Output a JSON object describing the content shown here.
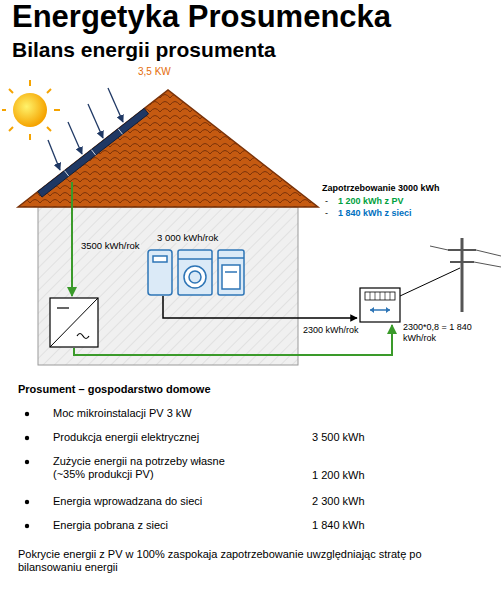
{
  "diagram": {
    "title": "Energetyka Prosumencka",
    "labels": [
      "Bilans energii prosumenta",
      "3,5 KW",
      "3500 kWh/rok",
      "3 000 kWh/rok",
      "Zapotrzebowanie 3000 kWh",
      "-",
      "1 200 kWh z PV",
      "-",
      "1 840 kWh z sieci",
      "2300 kWh/rok",
      "2300*0,8 = 1 840 kWh/rok",
      "Prosument – gospodarstwo domowe",
      "Moc mikroinstalacji PV 3 kW",
      "Produkcja energii elektrycznej",
      "3 500 kWh",
      "Zużycie energii na potrzeby własne (~35% produkcji PV)",
      "1 200 kWh",
      "Energia wprowadzana do sieci",
      "2 300 kWh",
      "Energia pobrana z sieci",
      "1 840 kWh",
      "Pokrycie energii z PV w 100% zaspokaja zapotrzebowanie uwzględniając stratę po bilansowaniu energii"
    ]
  }
}
